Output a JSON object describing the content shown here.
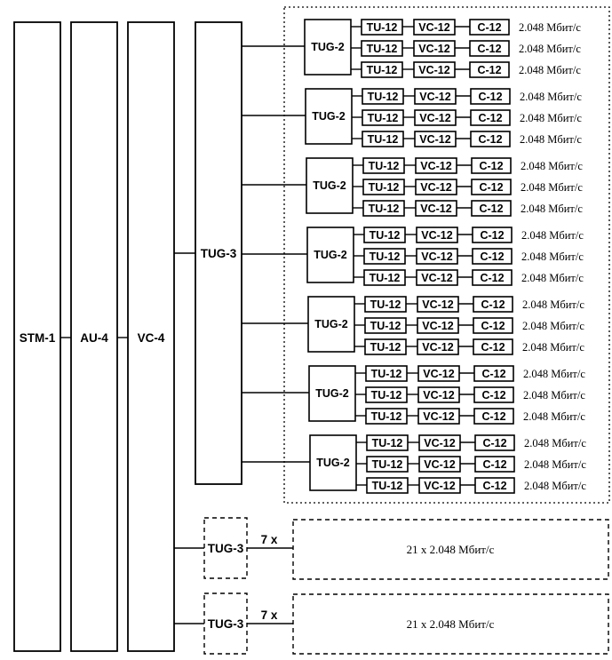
{
  "stm": "STM-1",
  "au": "AU-4",
  "vc4": "VC-4",
  "tug3": "TUG-3",
  "tug2": "TUG-2",
  "tu12": "TU-12",
  "vc12": "VC-12",
  "c12": "C-12",
  "rate": "2.048 Мбит/с",
  "multiplier": "7 x",
  "group_rate": "21 x 2.048 Мбит/с"
}
